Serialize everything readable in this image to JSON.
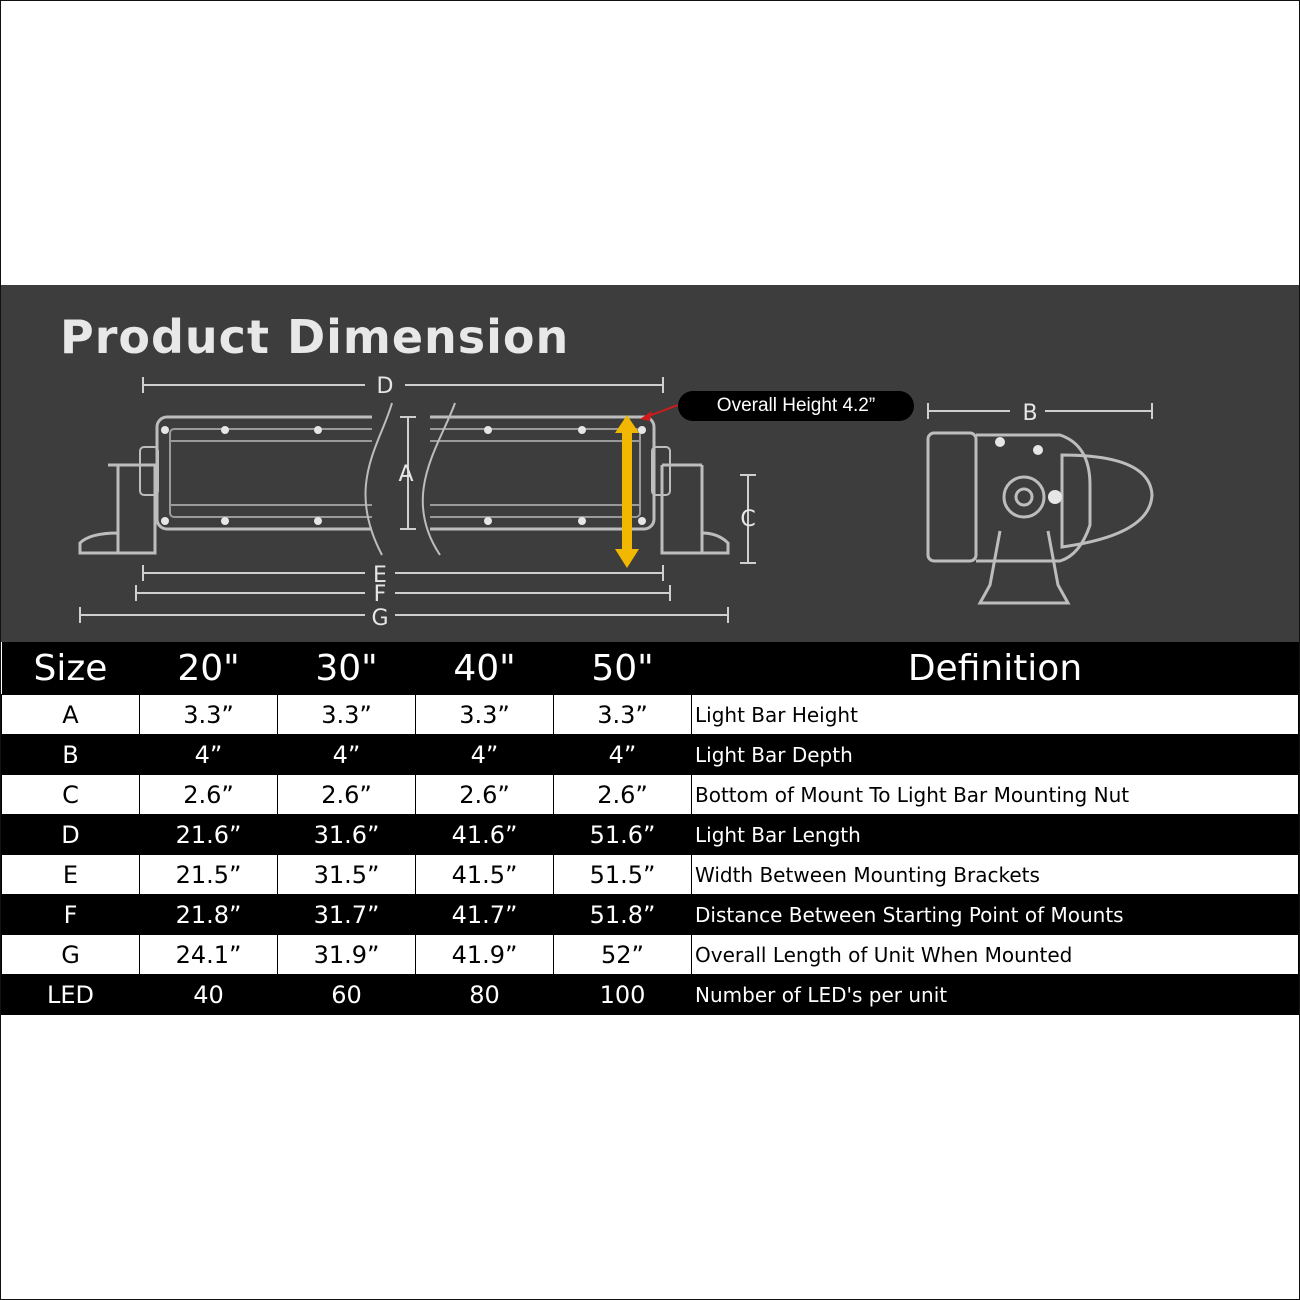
{
  "title": "Product Dimension",
  "callout": "Overall Height 4.2”",
  "dimension_labels": {
    "a": "A",
    "b": "B",
    "c": "C",
    "d": "D",
    "e": "E",
    "f": "F",
    "g": "G"
  },
  "colors": {
    "panel": "#3d3d3d",
    "arrow": "#f2b700",
    "callout_pointer": "#d11a1a"
  },
  "table": {
    "headers": [
      "Size",
      "20\"",
      "30\"",
      "40\"",
      "50\"",
      "Definition"
    ],
    "rows": [
      [
        "A",
        "3.3”",
        "3.3”",
        "3.3”",
        "3.3”",
        "Light Bar Height"
      ],
      [
        "B",
        "4”",
        "4”",
        "4”",
        "4”",
        "Light Bar Depth"
      ],
      [
        "C",
        "2.6”",
        "2.6”",
        "2.6”",
        "2.6”",
        "Bottom of Mount To Light Bar Mounting Nut"
      ],
      [
        "D",
        "21.6”",
        "31.6”",
        "41.6”",
        "51.6”",
        "Light Bar Length"
      ],
      [
        "E",
        "21.5”",
        "31.5”",
        "41.5”",
        "51.5”",
        "Width Between Mounting Brackets"
      ],
      [
        "F",
        "21.8”",
        "31.7”",
        "41.7”",
        "51.8”",
        "Distance Between Starting Point of Mounts"
      ],
      [
        "G",
        "24.1”",
        "31.9”",
        "41.9”",
        "52”",
        "Overall Length of Unit When Mounted"
      ],
      [
        "LED",
        "40",
        "60",
        "80",
        "100",
        "Number of LED's per unit"
      ]
    ]
  }
}
